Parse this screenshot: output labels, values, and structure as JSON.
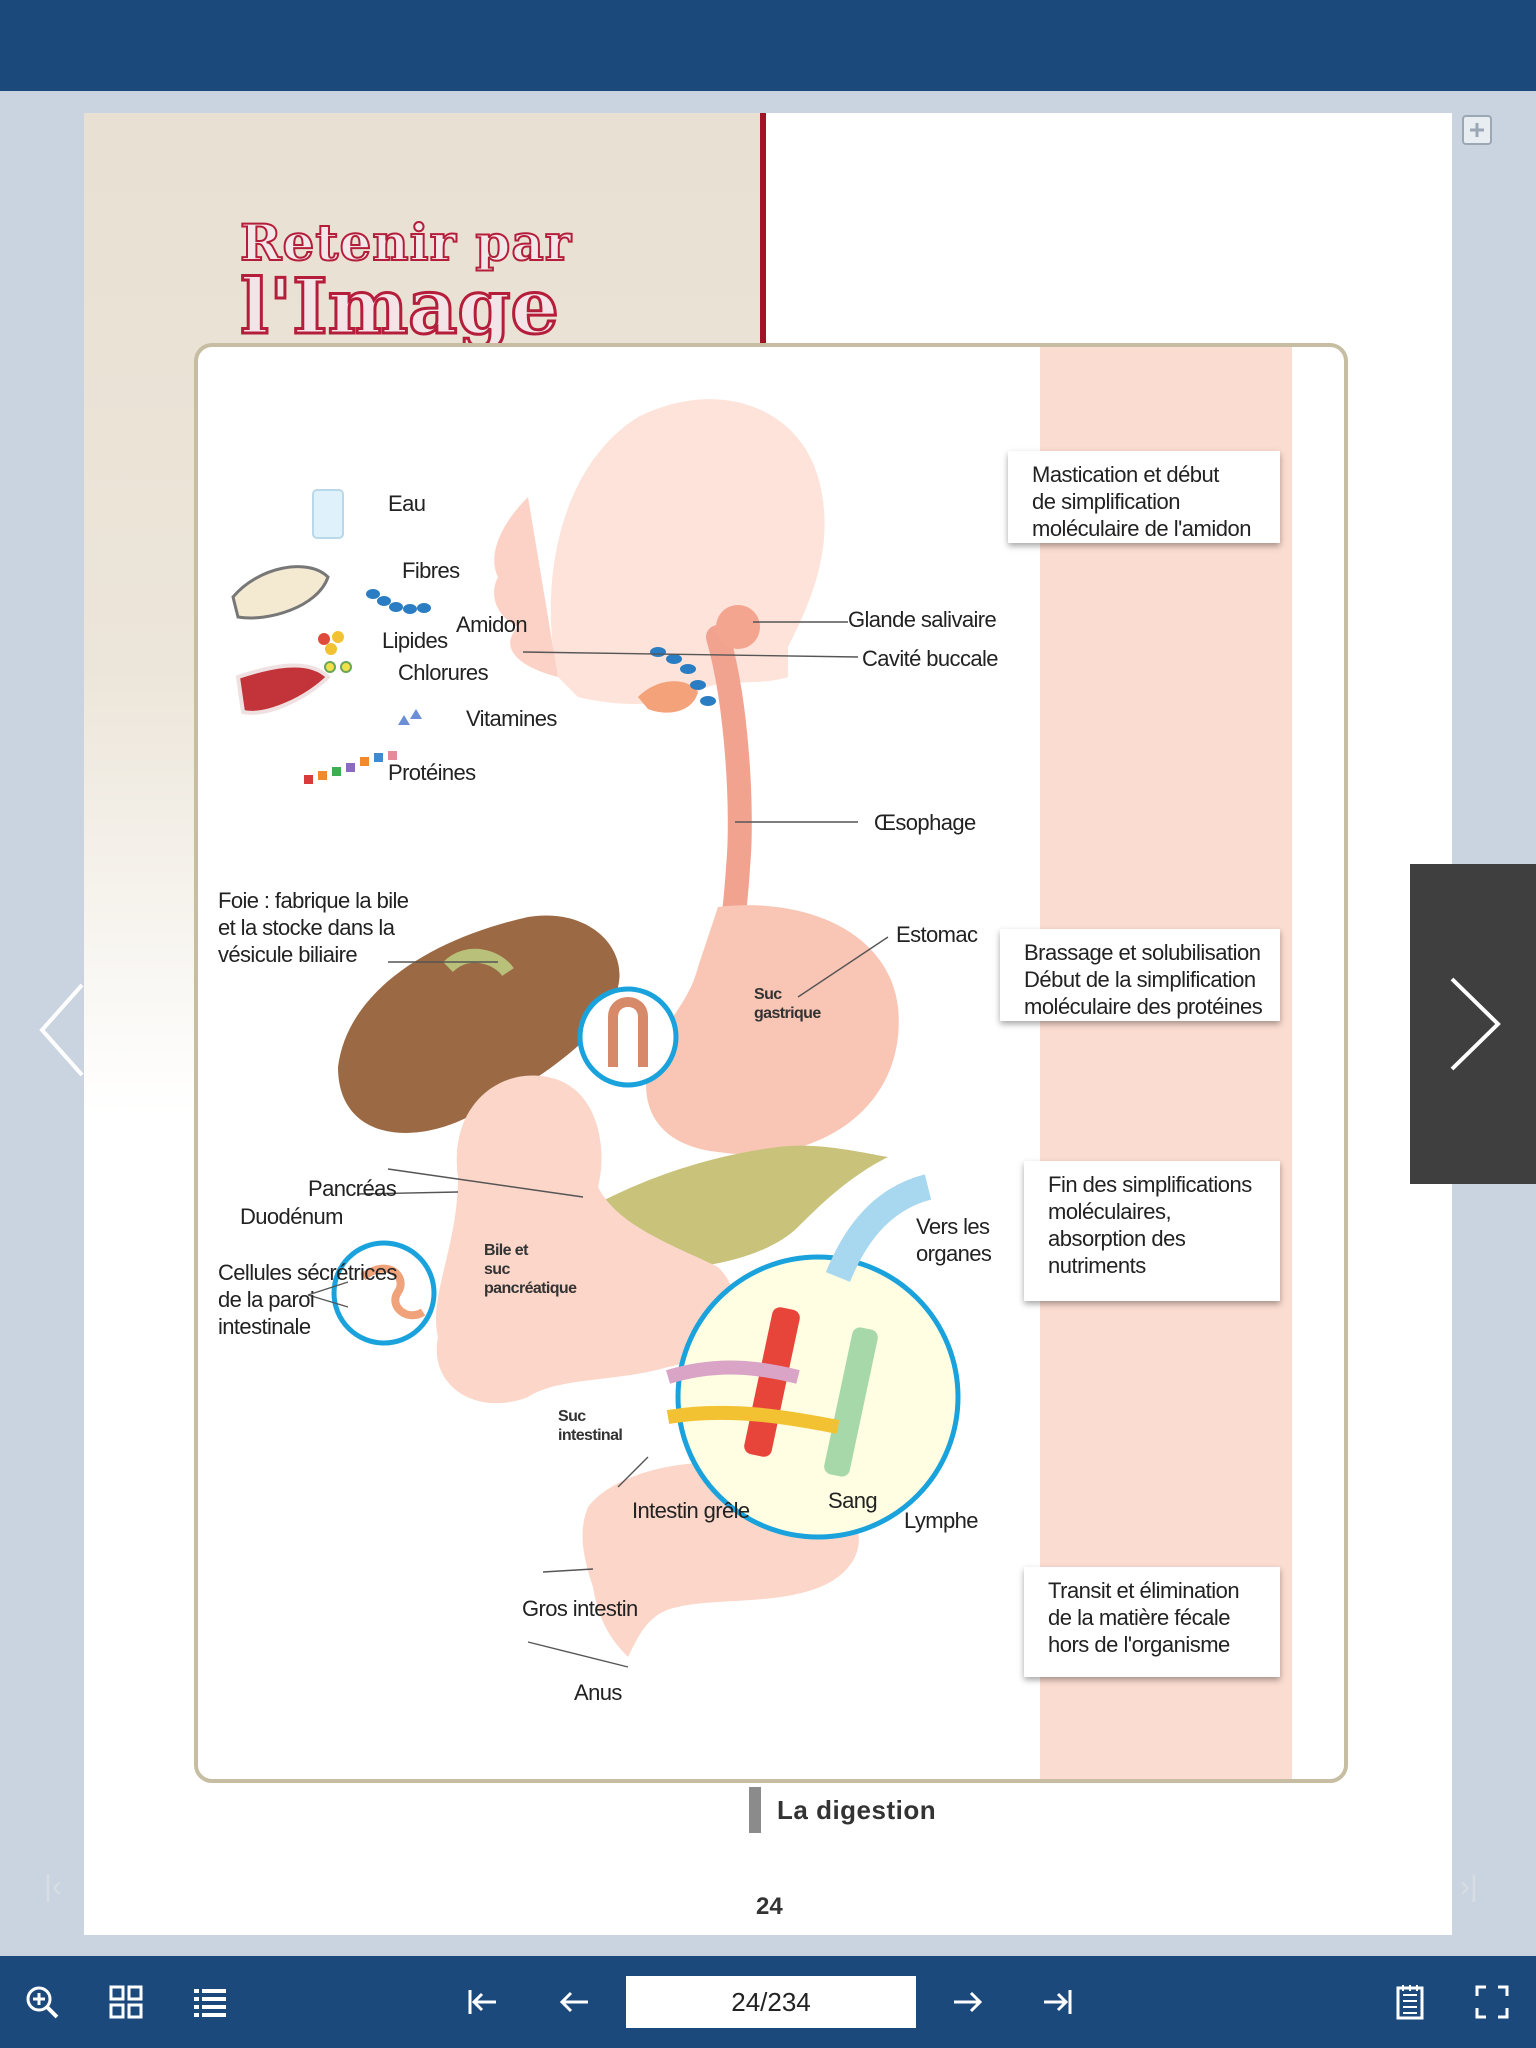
{
  "book": {
    "title_line1": "Retenir par",
    "title_line2": "l'Image",
    "chapter": "La digestion",
    "page_number": "24"
  },
  "stages": [
    {
      "text": "Mastication et début\nde simplification\nmoléculaire de l'amidon"
    },
    {
      "text": "Brassage et solubilisation\nDébut de la simplification\nmoléculaire des protéines"
    },
    {
      "text": "Fin des simplifications\nmoléculaires,\nabsorption des\nnutriments"
    },
    {
      "text": "Transit et élimination\nde la matière fécale\nhors de l'organisme"
    }
  ],
  "nutrients": {
    "eau": "Eau",
    "fibres": "Fibres",
    "amidon": "Amidon",
    "lipides": "Lipides",
    "chlorures": "Chlorures",
    "vitamines": "Vitamines",
    "proteines": "Protéines"
  },
  "organs": {
    "glande_salivaire": "Glande salivaire",
    "cavite_buccale": "Cavité buccale",
    "oesophage": "Œsophage",
    "estomac": "Estomac",
    "foie": "Foie : fabrique la bile\net la stocke dans la\nvésicule biliaire",
    "pancreas": "Pancréas",
    "duodenum": "Duodénum",
    "cellules": "Cellules sécrétrices\nde la paroi\nintestinale",
    "intestin_grele": "Intestin grêle",
    "gros_intestin": "Gros intestin",
    "anus": "Anus",
    "vers_organes": "Vers les\norganes",
    "sang": "Sang",
    "lymphe": "Lymphe"
  },
  "small_labels": {
    "suc_gastrique": "Suc\ngastrique",
    "bile_suc": "Bile et\nsuc\npancréatique",
    "suc_intestinal": "Suc\nintestinal"
  },
  "toolbar": {
    "page_indicator": "24/234"
  },
  "colors": {
    "bar": "#1c497c",
    "accent_red": "#a11428",
    "organ_pink": "#f5a898",
    "liver": "#9b6a44",
    "pancreas": "#c8c27a",
    "circle_blue": "#1aa2dc"
  }
}
